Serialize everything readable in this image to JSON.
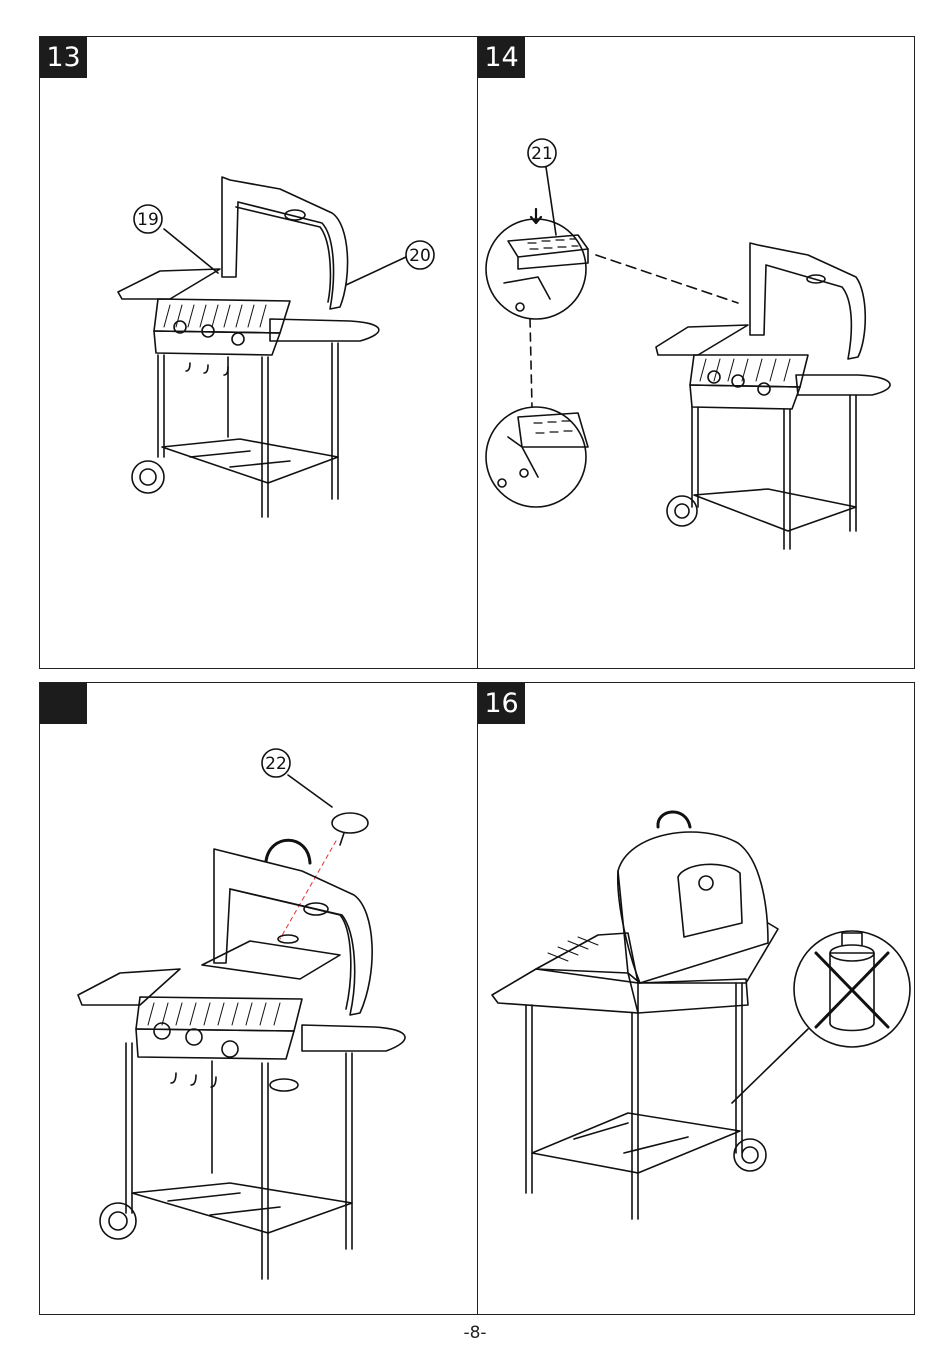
{
  "steps": [
    {
      "number": "13",
      "callouts": [
        "19",
        "20"
      ]
    },
    {
      "number": "14",
      "callouts": [
        "21"
      ]
    },
    {
      "number": "",
      "callouts": [
        "22"
      ]
    },
    {
      "number": "16",
      "callouts": []
    }
  ],
  "footer": {
    "page_number": "-8-"
  }
}
